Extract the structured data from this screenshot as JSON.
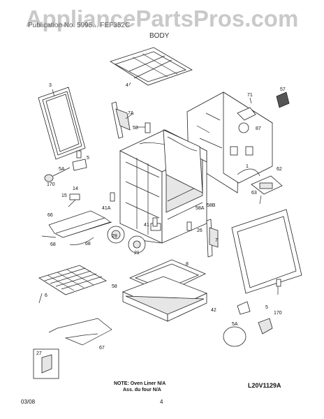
{
  "watermark": "AppliancePartsPros.com",
  "header": {
    "model_line": "Publication No. 5995...  FEF352C",
    "section": "BODY"
  },
  "callouts": [
    {
      "id": "c-3",
      "text": "3"
    },
    {
      "id": "c-4",
      "text": "4"
    },
    {
      "id": "c-71",
      "text": "71"
    },
    {
      "id": "c-57",
      "text": "57"
    },
    {
      "id": "c-7a",
      "text": "7A"
    },
    {
      "id": "c-58a",
      "text": "58"
    },
    {
      "id": "c-87",
      "text": "87"
    },
    {
      "id": "c-5a",
      "text": "5"
    },
    {
      "id": "c-5aa",
      "text": "5A"
    },
    {
      "id": "c-170a",
      "text": "170"
    },
    {
      "id": "c-14",
      "text": "14"
    },
    {
      "id": "c-15",
      "text": "15"
    },
    {
      "id": "c-1",
      "text": "1"
    },
    {
      "id": "c-62",
      "text": "62"
    },
    {
      "id": "c-63",
      "text": "63"
    },
    {
      "id": "c-66",
      "text": "66"
    },
    {
      "id": "c-41a",
      "text": "41A"
    },
    {
      "id": "c-58a2",
      "text": "58A"
    },
    {
      "id": "c-58b",
      "text": "58B"
    },
    {
      "id": "c-41",
      "text": "41"
    },
    {
      "id": "c-26",
      "text": "26"
    },
    {
      "id": "c-7",
      "text": "7"
    },
    {
      "id": "c-68a",
      "text": "68"
    },
    {
      "id": "c-68b",
      "text": "68"
    },
    {
      "id": "c-29",
      "text": "29"
    },
    {
      "id": "c-21",
      "text": "21"
    },
    {
      "id": "c-8",
      "text": "8"
    },
    {
      "id": "c-58b2",
      "text": "58"
    },
    {
      "id": "c-6",
      "text": "6"
    },
    {
      "id": "c-42",
      "text": "42"
    },
    {
      "id": "c-5b",
      "text": "5"
    },
    {
      "id": "c-170b",
      "text": "170"
    },
    {
      "id": "c-5ab",
      "text": "5A"
    },
    {
      "id": "c-27",
      "text": "27"
    },
    {
      "id": "c-67",
      "text": "67"
    }
  ],
  "notes": {
    "line1": "NOTE: Oven Liner N/A",
    "line2": "Ass. du four N/A"
  },
  "diagram_code": "L20V1129A",
  "footer": {
    "date": "03/08",
    "page": "4"
  }
}
